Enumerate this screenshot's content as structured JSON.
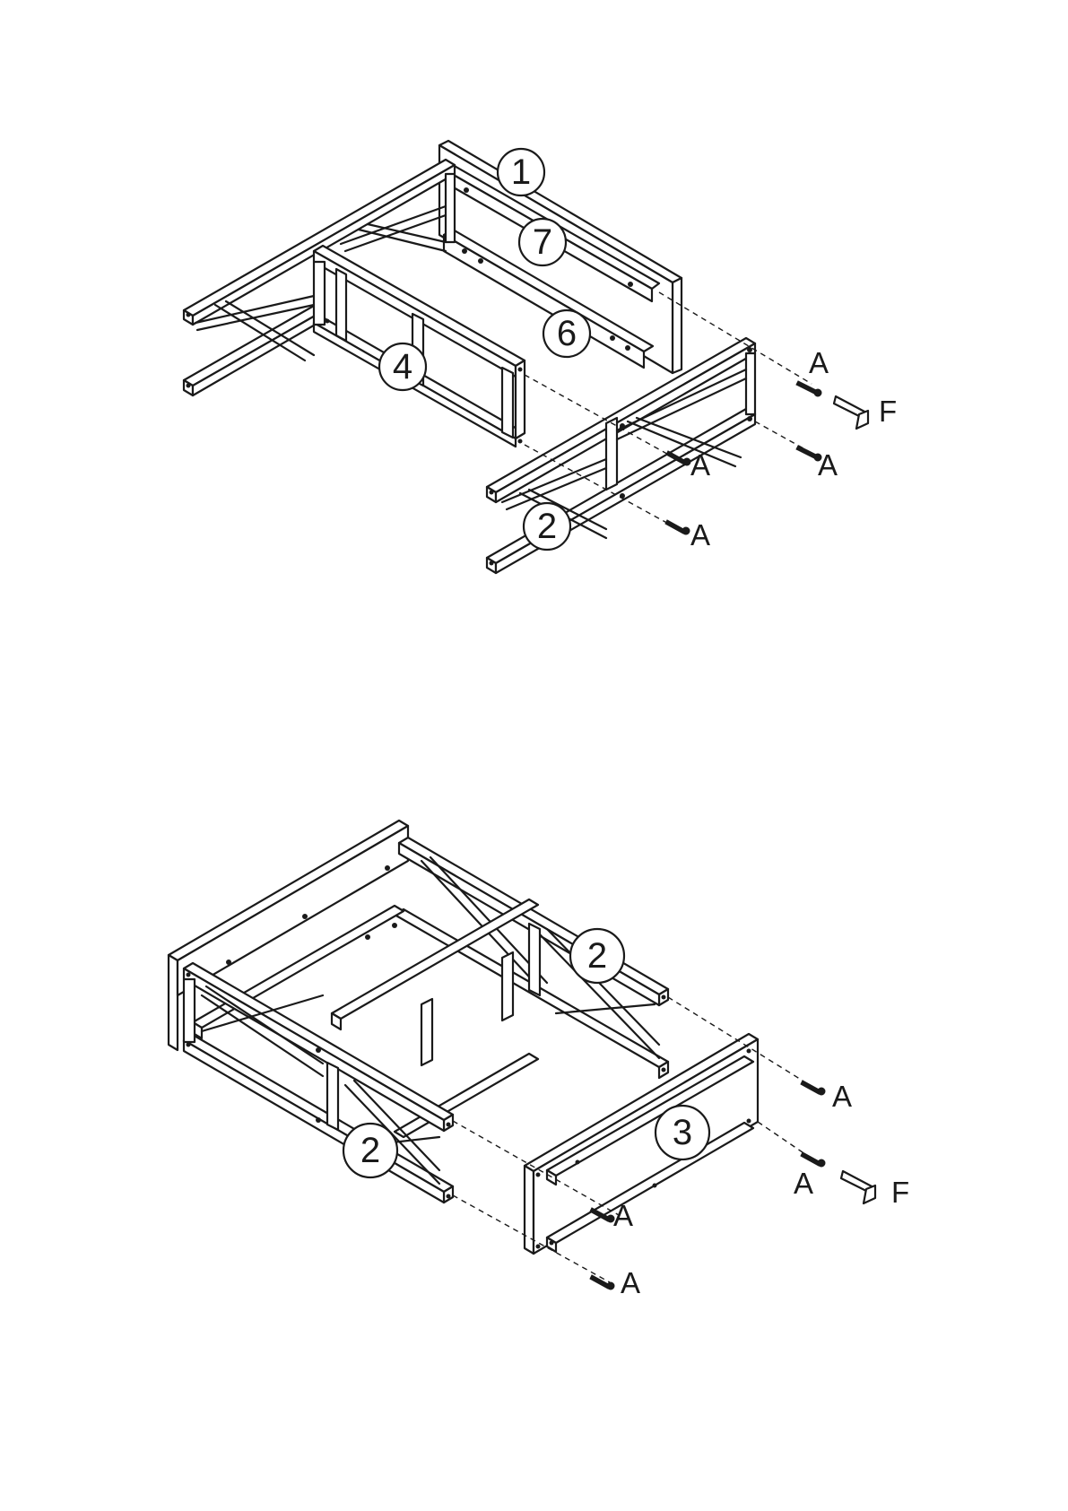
{
  "step1": {
    "callouts": [
      "1",
      "7",
      "6",
      "4",
      "2"
    ],
    "hardware_labels": [
      "A",
      "A",
      "A",
      "A"
    ],
    "tool_label": "F"
  },
  "step2": {
    "callouts": [
      "2",
      "3",
      "2"
    ],
    "hardware_labels": [
      "A",
      "A",
      "A",
      "A"
    ],
    "tool_label": "F"
  },
  "icons": {
    "screw": "screw-icon",
    "hex_key": "hex-key-icon"
  },
  "colors": {
    "ink": "#1a1a1a",
    "paper": "#ffffff"
  }
}
